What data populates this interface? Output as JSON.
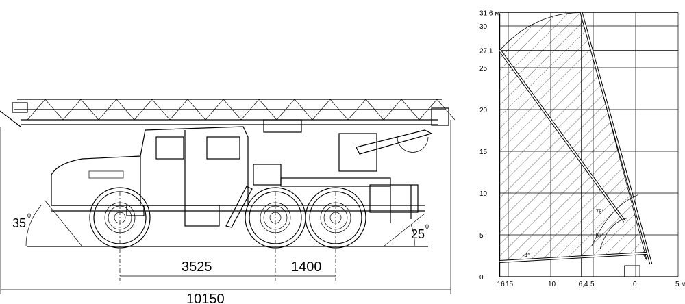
{
  "truck": {
    "dim_wheelbase": "3525",
    "dim_bogie": "1400",
    "dim_overall": "10150",
    "angle_front": "35",
    "angle_rear": "25",
    "degree_mark": "0"
  },
  "chart_data": {
    "type": "diagram",
    "title": "Working area",
    "x_ticks": [
      "16",
      "15",
      "10",
      "6,4",
      "5",
      "0",
      "5 м"
    ],
    "x_values": [
      16,
      15,
      10,
      6.4,
      5,
      0,
      -5
    ],
    "y_ticks": [
      "0",
      "5",
      "10",
      "15",
      "20",
      "25",
      "27,1",
      "30",
      "31,6 м"
    ],
    "y_values": [
      0,
      5,
      10,
      15,
      20,
      25,
      27.1,
      30,
      31.6
    ],
    "xlim": [
      16,
      -5
    ],
    "ylim": [
      0,
      31.6
    ],
    "annotations": [
      "75°",
      "57°",
      "-4°"
    ],
    "max_height_m": 31.6,
    "max_reach_m": 16,
    "height_at_max_reach_m": 27.1,
    "reach_at_max_height_m": 6.4
  }
}
